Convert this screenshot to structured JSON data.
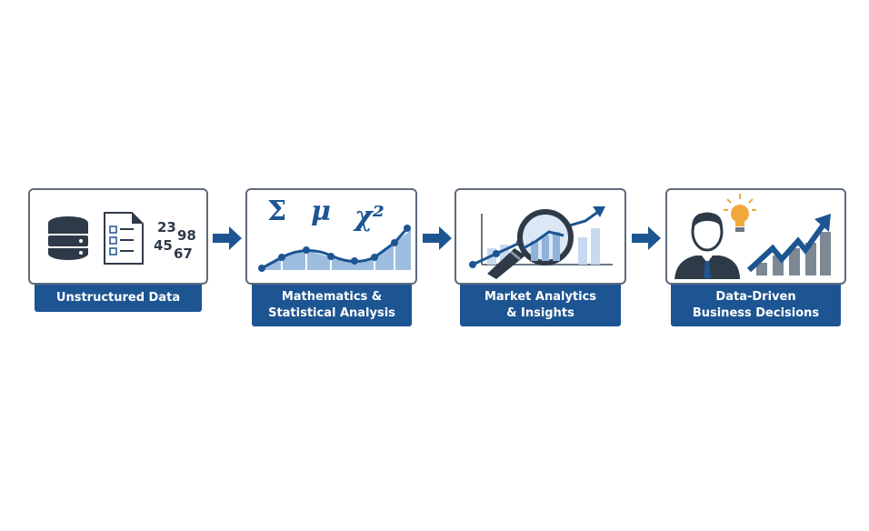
{
  "steps": [
    {
      "label": "Unstructured Data",
      "numbers": [
        "23",
        "98",
        "45",
        "67"
      ]
    },
    {
      "label_lines": [
        "Mathematics &",
        "Statistical Analysis"
      ],
      "symbols": [
        "Σ",
        "μ",
        "χ²"
      ]
    },
    {
      "label_lines": [
        "Market Analytics",
        "& Insights"
      ]
    },
    {
      "label_lines": [
        "Data-Driven",
        "Business Decisions"
      ]
    }
  ],
  "colors": {
    "primary": "#1d5592",
    "dark": "#2f3a48",
    "light": "#9dbde0",
    "bulb": "#f2a93b"
  }
}
